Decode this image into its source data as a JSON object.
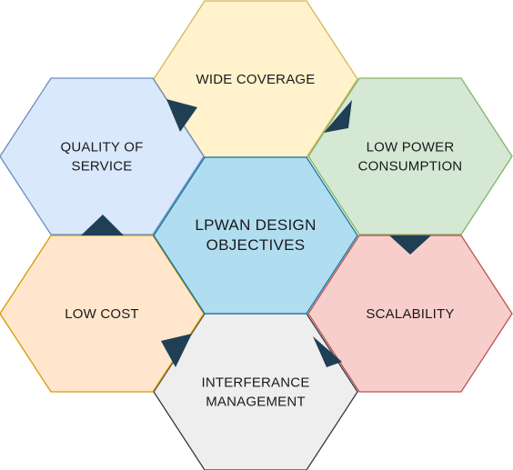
{
  "diagram": {
    "center": {
      "lines": [
        "LPWAN DESIGN",
        "OBJECTIVES"
      ],
      "fill": "#b1ddf0",
      "stroke": "#10739e"
    },
    "hexagons": [
      {
        "id": "wide-coverage",
        "lines": [
          "WIDE COVERAGE"
        ],
        "fill": "#fff2cc",
        "stroke": "#d6b656"
      },
      {
        "id": "low-power-consumption",
        "lines": [
          "LOW POWER",
          "CONSUMPTION"
        ],
        "fill": "#d5e8d4",
        "stroke": "#82b366"
      },
      {
        "id": "scalability",
        "lines": [
          "SCALABILITY"
        ],
        "fill": "#f8cecc",
        "stroke": "#b85450"
      },
      {
        "id": "interferance-management",
        "lines": [
          "INTERFERANCE",
          "MANAGEMENT"
        ],
        "fill": "#eeeeee",
        "stroke": "#36393d"
      },
      {
        "id": "low-cost",
        "lines": [
          "LOW COST"
        ],
        "fill": "#ffe6cc",
        "stroke": "#d79b00"
      },
      {
        "id": "quality-of-service",
        "lines": [
          "QUALITY OF",
          "SERVICE"
        ],
        "fill": "#dae8fc",
        "stroke": "#6c8ebf"
      }
    ],
    "connector_color": "#1f3f55"
  }
}
